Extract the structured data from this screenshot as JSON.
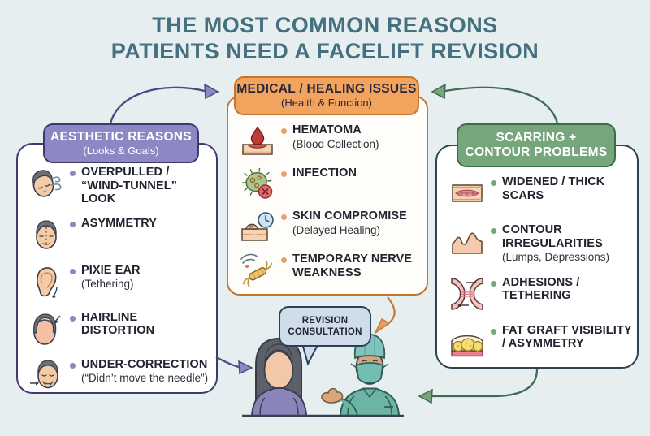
{
  "title": {
    "line1": "THE MOST COMMON REASONS",
    "line2": "PATIENTS NEED A FACELIFT REVISION"
  },
  "panels": {
    "aesthetic": {
      "header_line1": "AESTHETIC REASONS",
      "header_line2": "(Looks & Goals)",
      "accent": "#8d87c3",
      "items": [
        {
          "icon": "wind-tunnel-face-icon",
          "title": "OVERPULLED / “WIND-TUNNEL” LOOK",
          "subtitle": ""
        },
        {
          "icon": "asymmetry-face-icon",
          "title": "ASYMMETRY",
          "subtitle": ""
        },
        {
          "icon": "pixie-ear-icon",
          "title": "PIXIE EAR",
          "subtitle": "(Tethering)"
        },
        {
          "icon": "hairline-distortion-icon",
          "title": "HAIRLINE DISTORTION",
          "subtitle": ""
        },
        {
          "icon": "under-correction-face-icon",
          "title": "UNDER-CORRECTION",
          "subtitle": "(“Didn’t move the needle”)"
        }
      ]
    },
    "medical": {
      "header_line1": "MEDICAL / HEALING ISSUES",
      "header_line2": "(Health & Function)",
      "accent": "#f2a45f",
      "items": [
        {
          "icon": "hematoma-icon",
          "title": "HEMATOMA",
          "subtitle": "(Blood Collection)"
        },
        {
          "icon": "infection-icon",
          "title": "INFECTION",
          "subtitle": ""
        },
        {
          "icon": "skin-compromise-icon",
          "title": "SKIN COMPROMISE",
          "subtitle": "(Delayed Healing)"
        },
        {
          "icon": "nerve-weakness-icon",
          "title": "TEMPORARY NERVE WEAKNESS",
          "subtitle": ""
        }
      ]
    },
    "scarring": {
      "header_line1": "SCARRING +",
      "header_line2": "CONTOUR PROBLEMS",
      "accent": "#76a67c",
      "items": [
        {
          "icon": "widened-scar-icon",
          "title": "WIDENED / THICK SCARS",
          "subtitle": ""
        },
        {
          "icon": "contour-irregularities-icon",
          "title": "CONTOUR IRREGULARITIES",
          "subtitle": "(Lumps, Depressions)"
        },
        {
          "icon": "adhesions-icon",
          "title": "ADHESIONS / TETHERING",
          "subtitle": ""
        },
        {
          "icon": "fat-graft-icon",
          "title": "FAT GRAFT VISIBILITY / ASYMMETRY",
          "subtitle": ""
        }
      ]
    }
  },
  "consultation": {
    "bubble_line1": "REVISION",
    "bubble_line2": "CONSULTATION",
    "figures": [
      "patient-illustration",
      "surgeon-illustration"
    ]
  },
  "colors": {
    "background": "#e7eef0",
    "title": "#44707f",
    "purple": "#8d87c3",
    "purple_dark": "#3e3a6e",
    "orange": "#f2a45f",
    "orange_dark": "#c2762e",
    "green": "#76a67c",
    "green_dark": "#3f6b4a",
    "bubble": "#cfdcea"
  }
}
